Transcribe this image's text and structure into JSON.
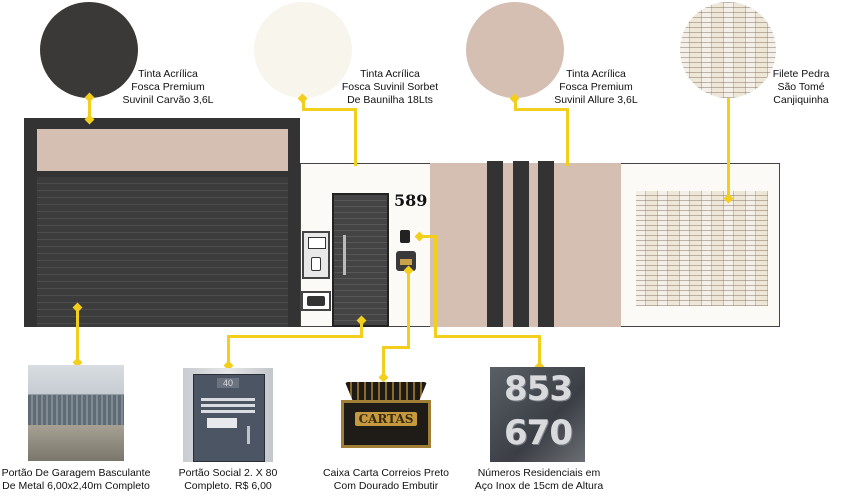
{
  "colors": {
    "carvao": "#3b3838",
    "baunilha": "#f7f5ec",
    "allure": "#d5bfb3",
    "leader": "#f2cf1d",
    "wall": "#fbfaf6",
    "frame": "#3a3a3a"
  },
  "swatches": [
    {
      "caption": "Tinta Acrílica\nFosca Premium\nSuvinil Carvão  3,6L"
    },
    {
      "caption": "Tinta Acrílica\nFosca Suvinil Sorbet\nDe Baunilha 18Lts"
    },
    {
      "caption": "Tinta Acrílica\nFosca Premium\nSuvinil Allure 3,6L"
    },
    {
      "caption": "Filete Pedra\nSão Tomé\nCanjiquinha"
    }
  ],
  "house_number": "589",
  "products": [
    {
      "caption": "Portão De Garagem Basculante\nDe Metal 6,00x2,40m Completo"
    },
    {
      "caption": "Portão Social 2. X 80\nCompleto. R$ 6,00",
      "gate_number": "40"
    },
    {
      "caption": "Caixa Carta Correios Preto\nCom Dourado Embutir",
      "mailbox_text": "CARTAS"
    },
    {
      "caption": "Números Residenciais em\nAço Inox de 15cm de Altura",
      "digits_top": "853",
      "digits_bottom": "670"
    }
  ]
}
